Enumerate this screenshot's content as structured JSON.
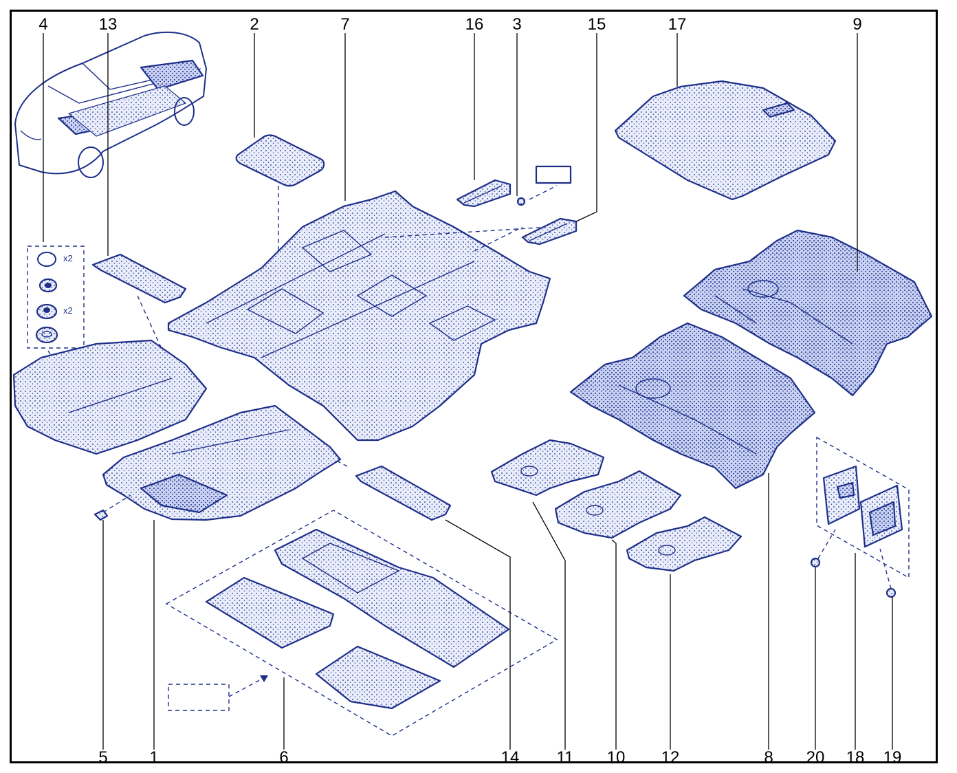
{
  "diagram": {
    "callouts": [
      {
        "id": "4",
        "text": "4"
      },
      {
        "id": "13",
        "text": "13"
      },
      {
        "id": "2",
        "text": "2"
      },
      {
        "id": "7",
        "text": "7"
      },
      {
        "id": "16",
        "text": "16"
      },
      {
        "id": "3",
        "text": "3"
      },
      {
        "id": "15",
        "text": "15"
      },
      {
        "id": "17",
        "text": "17"
      },
      {
        "id": "9",
        "text": "9"
      },
      {
        "id": "5",
        "text": "5"
      },
      {
        "id": "1",
        "text": "1"
      },
      {
        "id": "6",
        "text": "6"
      },
      {
        "id": "14",
        "text": "14"
      },
      {
        "id": "11",
        "text": "11"
      },
      {
        "id": "10",
        "text": "10"
      },
      {
        "id": "12",
        "text": "12"
      },
      {
        "id": "8",
        "text": "8"
      },
      {
        "id": "20",
        "text": "20"
      },
      {
        "id": "18",
        "text": "18"
      },
      {
        "id": "19",
        "text": "19"
      }
    ],
    "quantity_marks": [
      {
        "for": "ring-clip",
        "text": "x2"
      },
      {
        "for": "round-clip",
        "text": "x2"
      }
    ],
    "line_color": "#1e2f8a",
    "frame_color": "#000000"
  }
}
